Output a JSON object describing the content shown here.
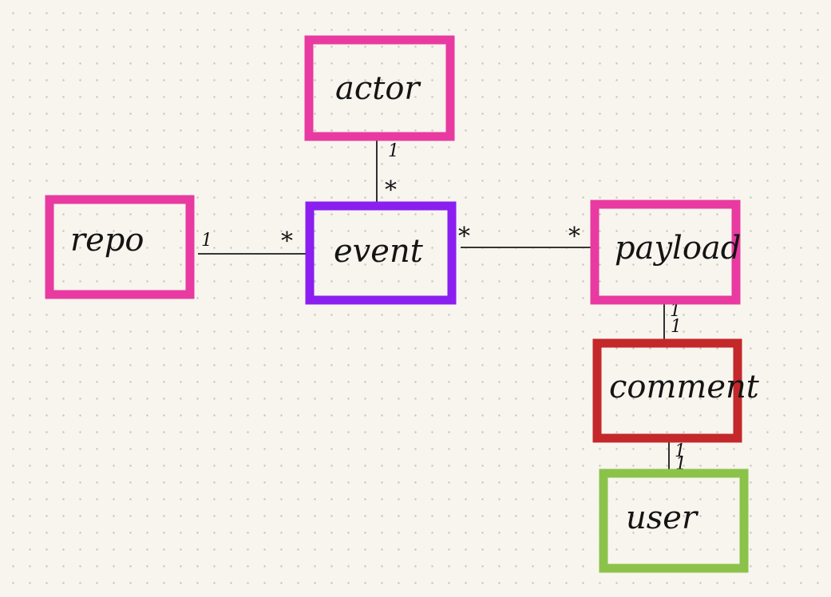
{
  "diagram": {
    "nodes": {
      "actor": {
        "label": "actor",
        "color": "#e83aa0"
      },
      "repo": {
        "label": "repo",
        "color": "#e83aa0"
      },
      "event": {
        "label": "event",
        "color": "#8a1ff0"
      },
      "payload": {
        "label": "payload",
        "color": "#e83aa0"
      },
      "comment": {
        "label": "comment",
        "color": "#c4282a"
      },
      "user": {
        "label": "user",
        "color": "#8bc34a"
      }
    },
    "edges": {
      "actor_event": {
        "from": "actor",
        "to": "event",
        "from_mult": "1",
        "to_mult": "*"
      },
      "repo_event": {
        "from": "repo",
        "to": "event",
        "from_mult": "1",
        "to_mult": "*"
      },
      "event_payload": {
        "from": "event",
        "to": "payload",
        "from_mult": "*",
        "to_mult": "*"
      },
      "payload_comment": {
        "from": "payload",
        "to": "comment",
        "from_mult": "1",
        "to_mult": "1"
      },
      "comment_user": {
        "from": "comment",
        "to": "user",
        "from_mult": "1",
        "to_mult": "1"
      }
    }
  }
}
